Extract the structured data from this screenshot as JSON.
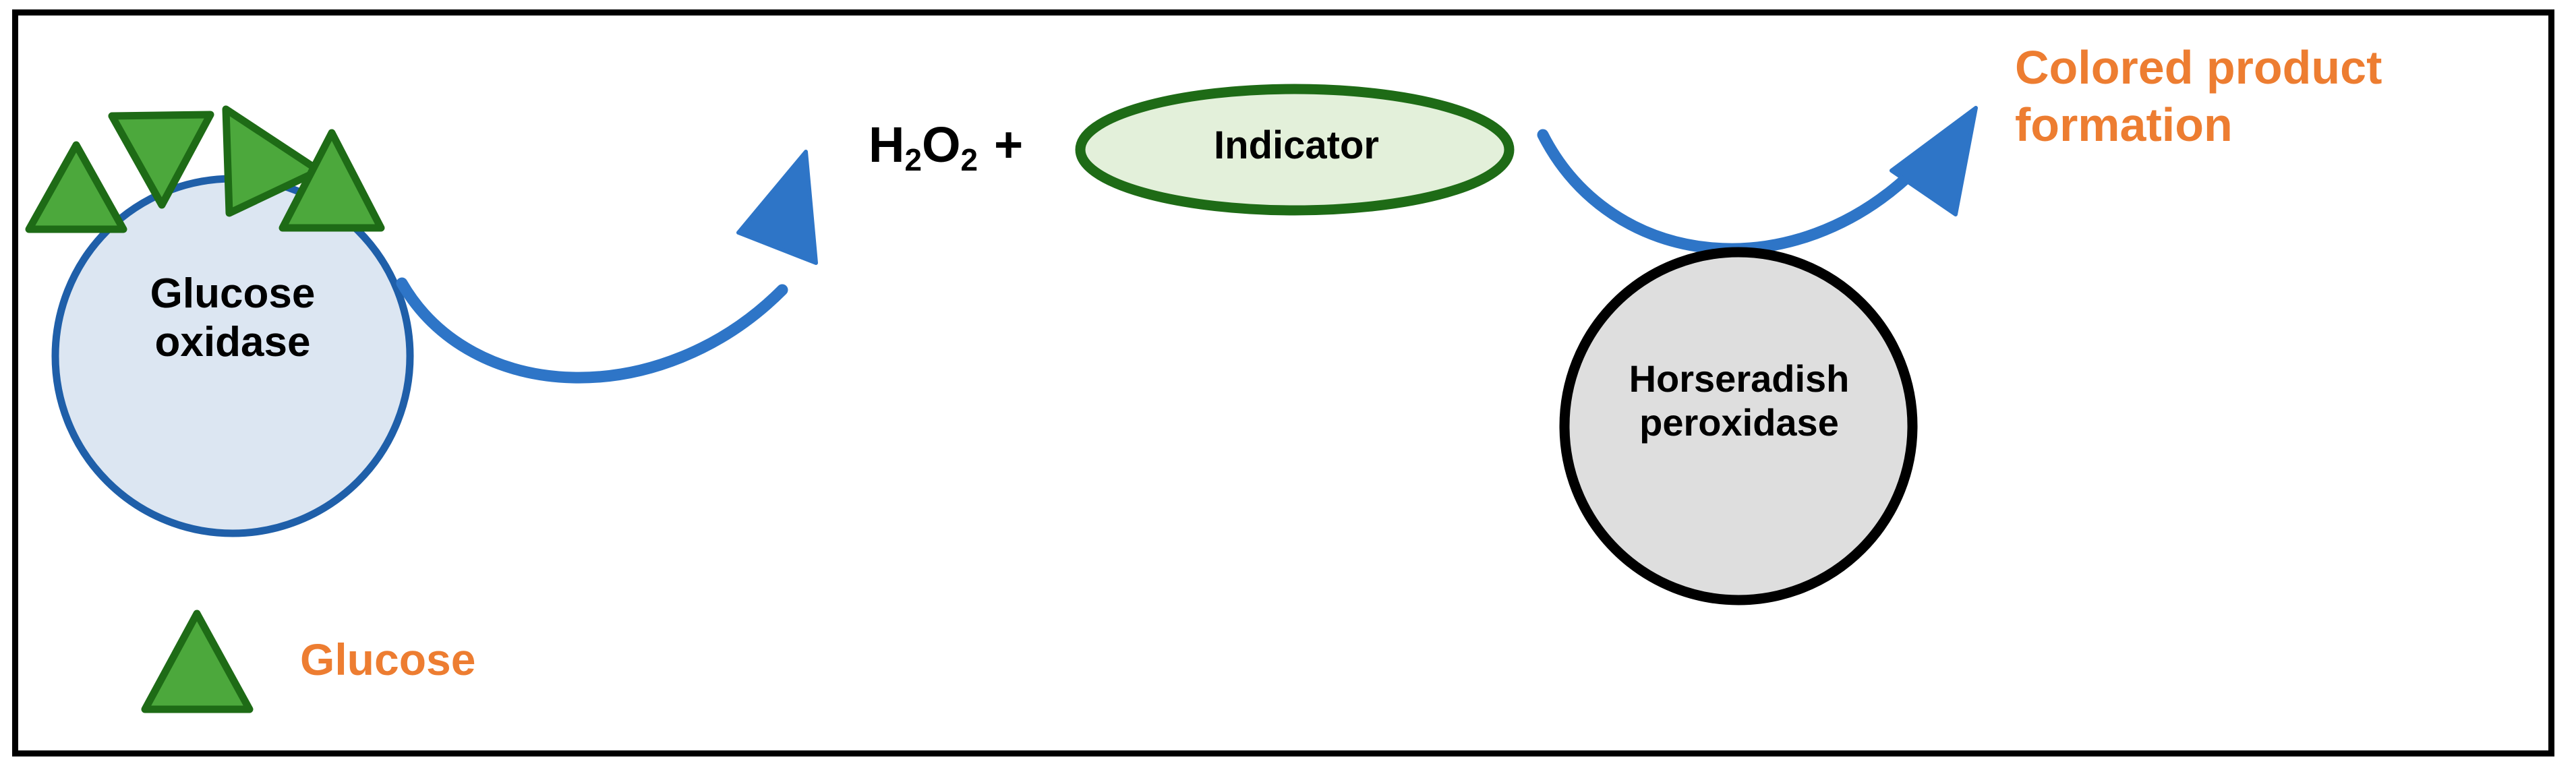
{
  "figure": {
    "type": "enzymatic-cascade-diagram",
    "background": "#ffffff",
    "frame_color": "#000000"
  },
  "colors": {
    "glucose_triangle_fill": "#4CA83C",
    "glucose_triangle_stroke": "#1E6B16",
    "enzyme_circle_fill": "#DCE6F2",
    "enzyme_circle_stroke": "#1F5FA9",
    "indicator_fill": "#E3F0DA",
    "indicator_stroke": "#1E6B16",
    "hrp_fill": "#DEDEDE",
    "hrp_stroke": "#000000",
    "arrow_blue": "#2E75C7",
    "accent_orange": "#ED7D31",
    "text_black": "#000000"
  },
  "nodes": {
    "glucose_oxidase": {
      "label_line1": "Glucose",
      "label_line2": "oxidase",
      "shape": "circle"
    },
    "indicator": {
      "label": "Indicator",
      "shape": "ellipse"
    },
    "horseradish_peroxidase": {
      "label_line1": "Horseradish",
      "label_line2": "peroxidase",
      "shape": "circle"
    }
  },
  "formula": {
    "h2o2": "H",
    "h2o2_sub1": "2",
    "h2o2_o": "O",
    "h2o2_sub2": "2",
    "plus": "+"
  },
  "product": {
    "line1": "Colored product",
    "line2": "formation"
  },
  "legend": {
    "marker": "green-triangle",
    "label": "Glucose"
  },
  "arrows": [
    {
      "name": "arrow-glucose-to-h2o2",
      "from": "glucose_oxidase",
      "to": "h2o2"
    },
    {
      "name": "arrow-indicator-to-product",
      "from": "indicator",
      "to": "colored_product"
    }
  ],
  "glucose_triangles": [
    {
      "name": "glucose-triangle-1",
      "orientation": "up"
    },
    {
      "name": "glucose-triangle-2",
      "orientation": "down"
    },
    {
      "name": "glucose-triangle-3",
      "orientation": "right"
    },
    {
      "name": "glucose-triangle-4",
      "orientation": "up"
    }
  ]
}
